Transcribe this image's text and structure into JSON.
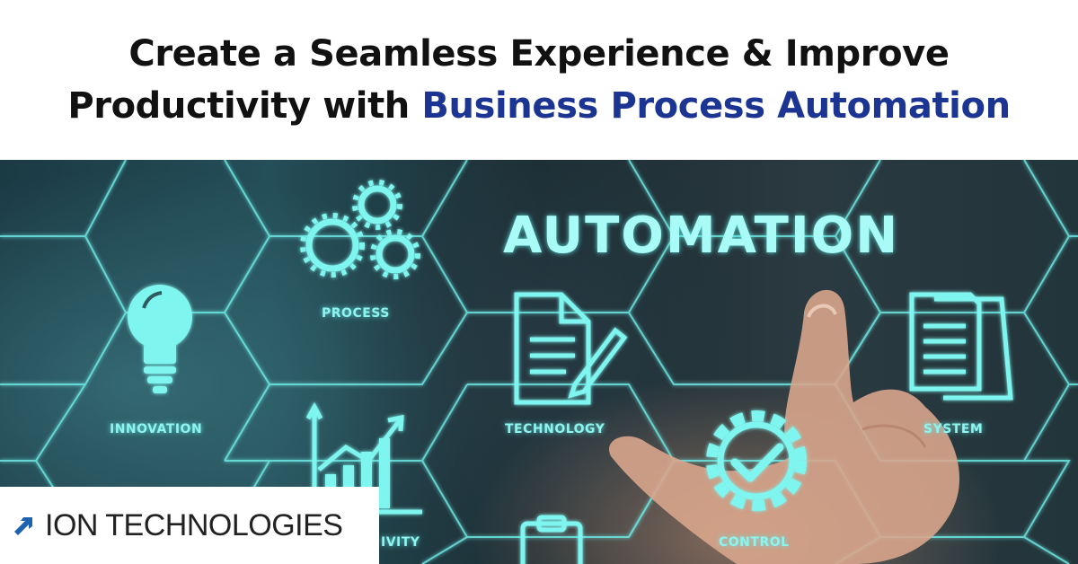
{
  "title": {
    "line1": "Create a Seamless Experience & Improve",
    "line2_plain": "Productivity with ",
    "line2_accent": "Business Process Automation"
  },
  "scene": {
    "headline": "AUTOMATION",
    "labels": {
      "process": "PROCESS",
      "innovation": "INNOVATION",
      "technology": "TECHNOLOGY",
      "system": "SYSTEM",
      "control": "CONTROL",
      "productivity_partial": "IVITY"
    },
    "icons": [
      "gears-icon",
      "lightbulb-icon",
      "document-pen-icon",
      "documents-icon",
      "bar-chart-icon",
      "gear-check-icon",
      "clipboard-icon"
    ]
  },
  "logo": {
    "text": "ION TECHNOLOGIES"
  },
  "colors": {
    "accent": "#1d3592",
    "hud": "#8ff3ee",
    "logo_mark": "#1e63b0"
  }
}
